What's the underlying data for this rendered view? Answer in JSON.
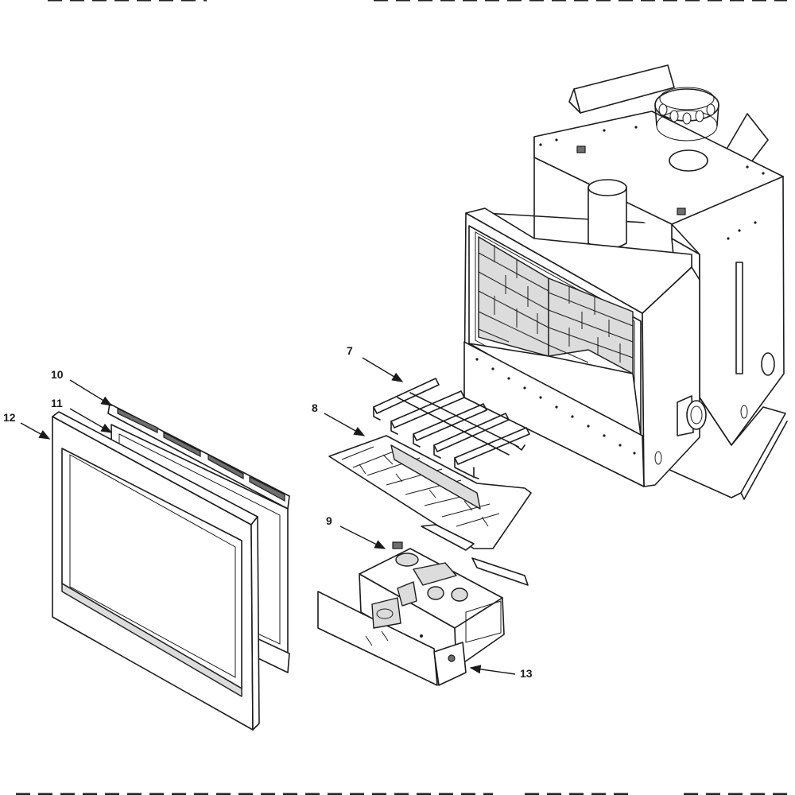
{
  "callouts": {
    "c7": "7",
    "c8": "8",
    "c9": "9",
    "c10": "10",
    "c11": "11",
    "c12": "12",
    "c13": "13"
  }
}
